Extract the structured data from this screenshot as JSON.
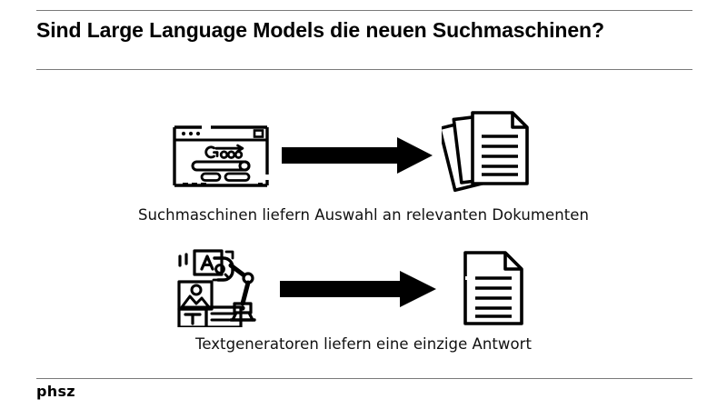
{
  "slide": {
    "title": "Sind Large Language Models die neuen Suchmaschinen?",
    "background_color": "#ffffff",
    "text_color": "#000000",
    "rule_color": "#7a7a7a"
  },
  "rows": [
    {
      "id": "search-engines",
      "caption": "Suchmaschinen liefern Auswahl an relevanten Dokumenten",
      "source_icon": "search-engine-browser-window-icon",
      "arrow_icon": "right-arrow-icon",
      "result_icon": "document-stack-icon",
      "browser_logo_text": "Gooo"
    },
    {
      "id": "text-generators",
      "caption": "Textgeneratoren liefern eine einzige Antwort",
      "source_icon": "robot-arm-content-generator-icon",
      "arrow_icon": "right-arrow-icon",
      "result_icon": "single-document-icon",
      "block_letter_a": "A",
      "block_letter_t": "T"
    }
  ],
  "footer": {
    "logo_text": "phsz"
  }
}
